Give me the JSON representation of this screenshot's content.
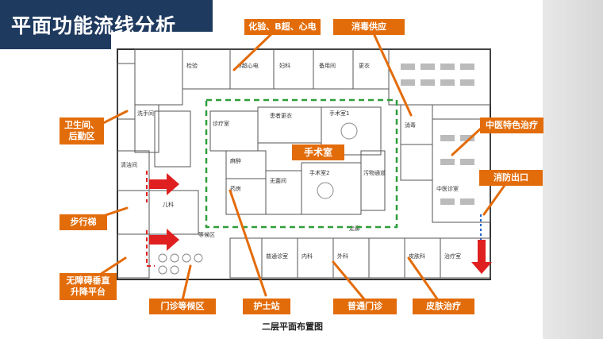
{
  "title": "平面功能流线分析",
  "caption": "二层平面布置图",
  "colors": {
    "accent": "#e36c0a",
    "title_bg": "#1f3a5f",
    "dashed_green": "#2e9e3a",
    "arrow_red": "#e02020"
  },
  "callouts": {
    "lab": "化验、B超、心电",
    "disinfect": "消毒供应",
    "toilet": "卫生间、后勤区",
    "tcm": "中医特色治疗",
    "surgery": "手术室",
    "fire_exit": "消防出口",
    "stairs": "步行梯",
    "lift": "无障碍垂直升降平台",
    "waiting": "门诊等候区",
    "nurse": "护士站",
    "clinic": "普通门诊",
    "skin": "皮肤治疗"
  },
  "rooms": {
    "r1": "检验",
    "r2": "B超心电",
    "r3": "妇科",
    "r4": "备用间",
    "r5": "更衣",
    "r6": "洗手间",
    "r7": "清洁间",
    "r8": "诊疗室",
    "r9": "患者更衣",
    "r10": "手术室1",
    "r11": "手术室2",
    "r12": "污物通道",
    "r13": "麻醉",
    "r14": "无菌间",
    "r15": "药房",
    "r16": "中医诊室",
    "r17": "等候区",
    "r18": "儿科",
    "r19": "消毒",
    "r20": "内科",
    "r21": "外科",
    "r22": "皮肤科",
    "r23": "普通诊室",
    "r24": "治疗室",
    "r25": "走廊"
  }
}
